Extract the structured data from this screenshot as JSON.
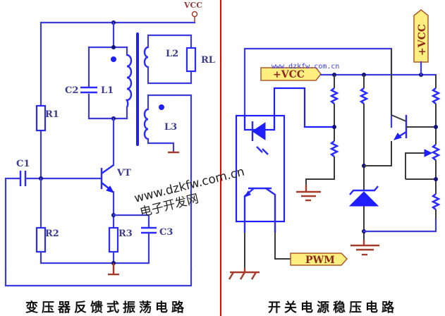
{
  "left_diagram": {
    "title": "变压器反馈式振荡电路",
    "supply_label": "VCC",
    "components": {
      "r1": "R1",
      "r2": "R2",
      "r3": "R3",
      "c1": "C1",
      "c2": "C2",
      "c3": "C3",
      "l1": "L1",
      "l2": "L2",
      "l3": "L3",
      "rl": "RL",
      "vt": "VT"
    }
  },
  "right_diagram": {
    "title": "开关电源稳压电路",
    "vcc_tag_horizontal": "+VCC",
    "vcc_tag_vertical": "+VCC",
    "pwm_tag": "PWM"
  },
  "watermarks": {
    "url_large": "www.dzkfw.com.cn",
    "site_name": "电子开发网",
    "url_small": "www.dzkfw.com.cn"
  },
  "colors": {
    "wire": "#3c3cdc",
    "component": "#1e1eff",
    "ground": "#a33a2a",
    "tag_fill": "#ffee80",
    "divider": "#ee0000"
  }
}
